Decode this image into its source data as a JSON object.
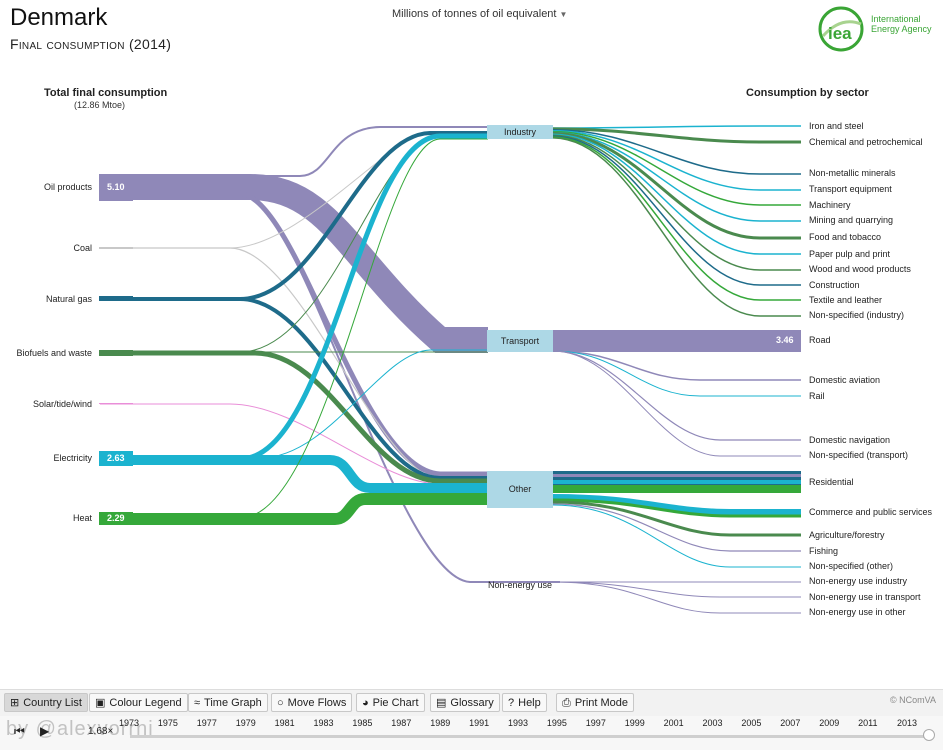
{
  "header": {
    "country": "Denmark",
    "subtitle": "Final consumption (2014)",
    "unit": "Millions of tonnes of oil equivalent",
    "agency_line1": "International",
    "agency_line2": "Energy Agency",
    "logo_text": "iea"
  },
  "left": {
    "title": "Total final consumption",
    "total": "(12.86 Mtoe)",
    "sources": [
      {
        "name": "Oil products",
        "value": "5.10"
      },
      {
        "name": "Coal",
        "value": ""
      },
      {
        "name": "Natural gas",
        "value": ""
      },
      {
        "name": "Biofuels and waste",
        "value": ""
      },
      {
        "name": "Solar/tide/wind",
        "value": ""
      },
      {
        "name": "Electricity",
        "value": "2.63"
      },
      {
        "name": "Heat",
        "value": "2.29"
      }
    ]
  },
  "middle": {
    "nodes": [
      "Industry",
      "Transport",
      "Other",
      "Non-energy use"
    ],
    "road_value": "3.46"
  },
  "right": {
    "title": "Consumption by sector",
    "sectors": [
      "Iron and steel",
      "Chemical and petrochemical",
      "Non-metallic minerals",
      "Transport equipment",
      "Machinery",
      "Mining and quarrying",
      "Food and tobacco",
      "Paper pulp and print",
      "Wood and wood products",
      "Construction",
      "Textile and leather",
      "Non-specified (industry)",
      "Road",
      "Domestic aviation",
      "Rail",
      "Domestic navigation",
      "Non-specified (transport)",
      "Residential",
      "Commerce and public services",
      "Agriculture/forestry",
      "Fishing",
      "Non-specified (other)",
      "Non-energy use industry",
      "Non-energy use in transport",
      "Non-energy use in other"
    ]
  },
  "colors": {
    "oil": "#8f88b8",
    "coal": "#c8c8c8",
    "gas": "#1e6b8a",
    "biofuels": "#4a8a4e",
    "solar": "#e98ed8",
    "electricity": "#1bb3cf",
    "heat": "#35a83a",
    "node": "#add8e6"
  },
  "toolbar": {
    "country_list": "Country List",
    "colour_legend": "Colour Legend",
    "time_graph": "Time Graph",
    "move_flows": "Move Flows",
    "pie_chart": "Pie Chart",
    "glossary": "Glossary",
    "help": "Help",
    "print_mode": "Print Mode",
    "credit": "© NComVA"
  },
  "timeline": {
    "speed": "1.68×",
    "years": [
      "1973",
      "1975",
      "1977",
      "1979",
      "1981",
      "1983",
      "1985",
      "1987",
      "1989",
      "1991",
      "1993",
      "1995",
      "1997",
      "1999",
      "2001",
      "2003",
      "2005",
      "2007",
      "2009",
      "2011",
      "2013"
    ],
    "watermark": "by @alexvorrni"
  }
}
